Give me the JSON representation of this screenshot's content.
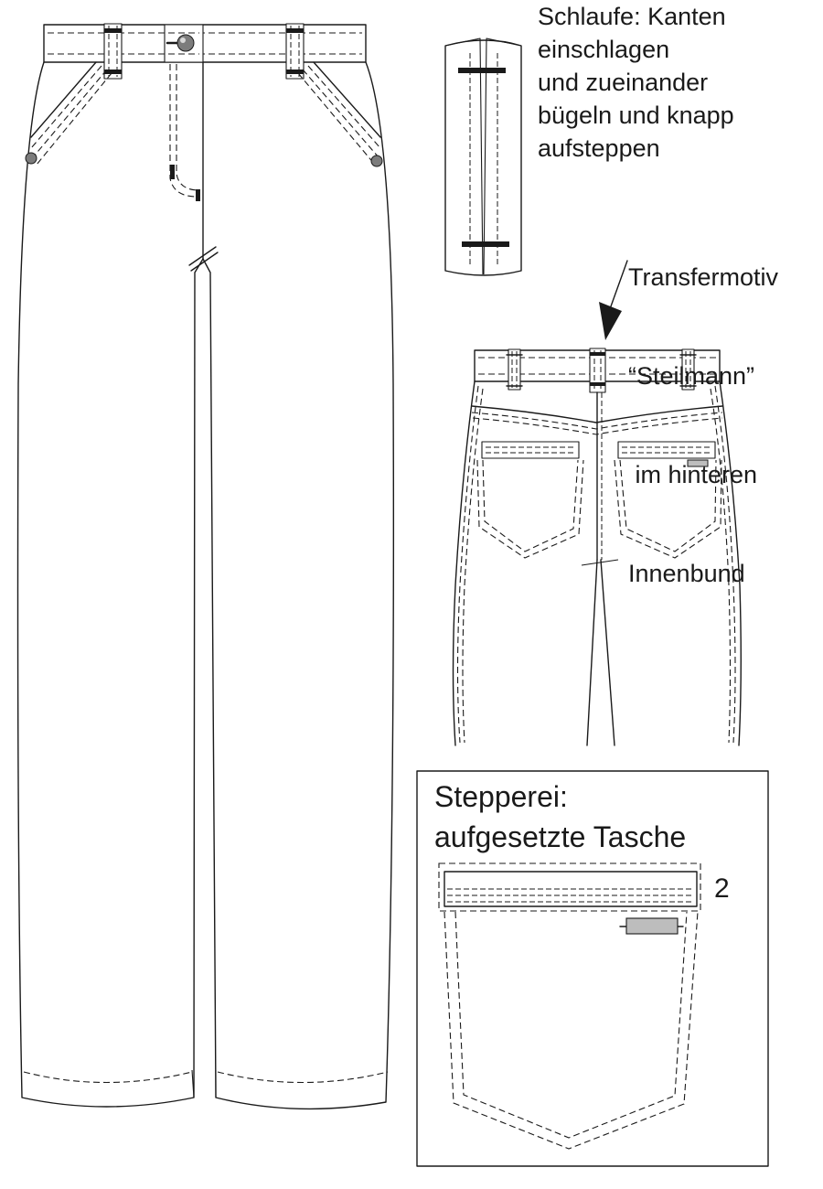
{
  "annotations": {
    "loop_note": {
      "lines": [
        "Schlaufe: Kanten",
        "einschlagen",
        "und zueinander",
        "bügeln und knapp",
        "aufsteppen"
      ]
    },
    "transfer_note": {
      "lines": [
        "Transfermotiv",
        "“Steilmann”",
        " im hinteren",
        "Innenbund"
      ]
    },
    "stitch_detail": {
      "title_lines": [
        "Stepperei:",
        "aufgesetzte Tasche"
      ],
      "number": "2"
    }
  }
}
